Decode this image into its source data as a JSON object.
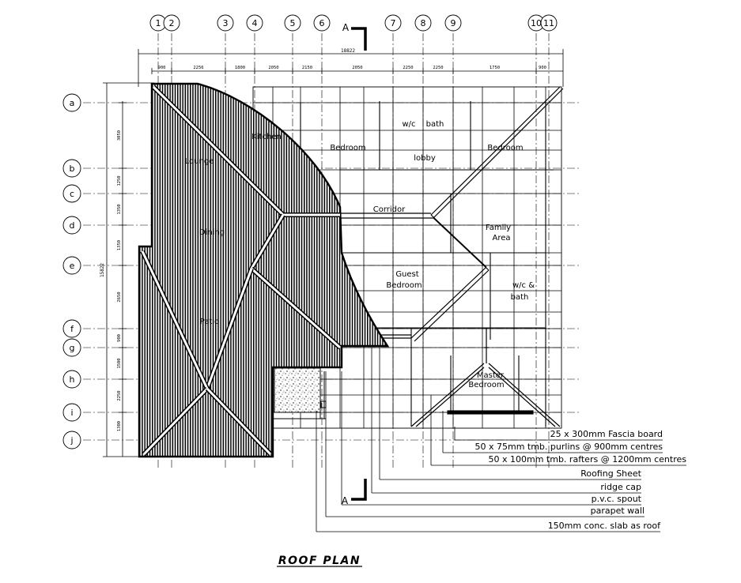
{
  "drawing": {
    "title": "ROOF PLAN",
    "section_marker": "A",
    "overall_dim": "18822"
  },
  "grid": {
    "columns": [
      "1",
      "2",
      "3",
      "4",
      "5",
      "6",
      "7",
      "8",
      "9",
      "10",
      "11"
    ],
    "rows": [
      "a",
      "b",
      "c",
      "d",
      "e",
      "f",
      "g",
      "h",
      "i",
      "j"
    ],
    "top_dims": [
      "900",
      "2256",
      "1800",
      "2050",
      "2150",
      "2050",
      "2250",
      "2250",
      "1750",
      "900"
    ],
    "left_dims": [
      "3050",
      "1250",
      "1350",
      "1350",
      "2650",
      "900",
      "1500",
      "2250",
      "1300"
    ],
    "left_total": "15822"
  },
  "rooms": [
    {
      "name": "Bedroom",
      "key": "bedroom_left"
    },
    {
      "name": "w/c",
      "key": "wc1"
    },
    {
      "name": "bath",
      "key": "bath1"
    },
    {
      "name": "lobby",
      "key": "lobby"
    },
    {
      "name": "Bedroom",
      "key": "bedroom_right"
    },
    {
      "name": "Kitchen",
      "key": "kitchen"
    },
    {
      "name": "Lounge",
      "key": "lounge"
    },
    {
      "name": "Corridor",
      "key": "corridor"
    },
    {
      "name": "Family",
      "key": "family1"
    },
    {
      "name": "Area",
      "key": "family2"
    },
    {
      "name": "Dining",
      "key": "dining"
    },
    {
      "name": "Guest",
      "key": "guest1"
    },
    {
      "name": "Bedroom",
      "key": "guest2"
    },
    {
      "name": "w/c &",
      "key": "wc2"
    },
    {
      "name": "bath",
      "key": "bath2"
    },
    {
      "name": "Patio",
      "key": "patio"
    },
    {
      "name": "Master",
      "key": "master1"
    },
    {
      "name": "Bedroom",
      "key": "master2"
    }
  ],
  "legend": [
    "25 x 300mm Fascia board",
    "50 x 75mm tmb. purlins @ 900mm centres",
    "50 x 100mm tmb. rafters @ 1200mm centres",
    "Roofing Sheet",
    "ridge cap",
    "p.v.c. spout",
    "parapet wall",
    "150mm conc. slab as roof"
  ]
}
